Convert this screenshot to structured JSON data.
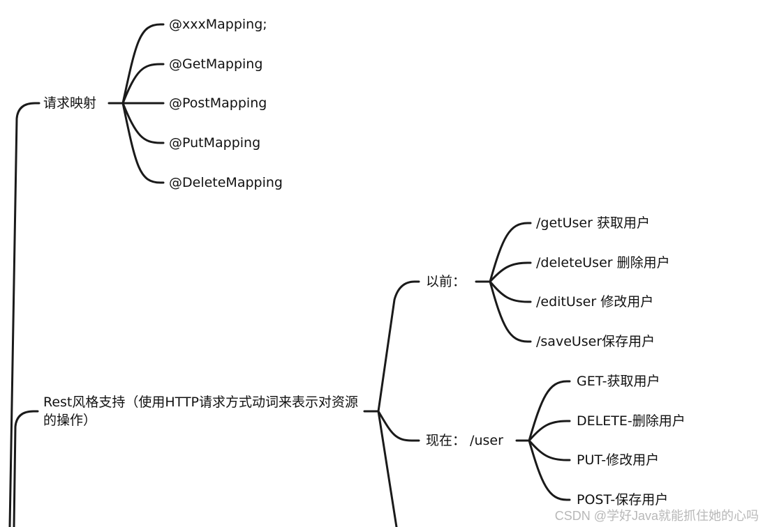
{
  "mindmap": {
    "branch1": {
      "label": "请求映射",
      "children": [
        "@xxxMapping;",
        "@GetMapping",
        "@PostMapping",
        "@PutMapping",
        "@DeleteMapping"
      ]
    },
    "branch2": {
      "label": "Rest风格支持（使用HTTP请求方式动词来表示对资源的操作）",
      "before": {
        "label": "以前：",
        "children": [
          "/getUser 获取用户",
          "/deleteUser 删除用户",
          "/editUser 修改用户",
          "/saveUser保存用户"
        ]
      },
      "now": {
        "label": "现在： /user",
        "children": [
          "GET-获取用户",
          "DELETE-删除用户",
          "PUT-修改用户",
          "POST-保存用户"
        ]
      }
    }
  },
  "watermark": "CSDN @学好Java就能抓住她的心吗"
}
